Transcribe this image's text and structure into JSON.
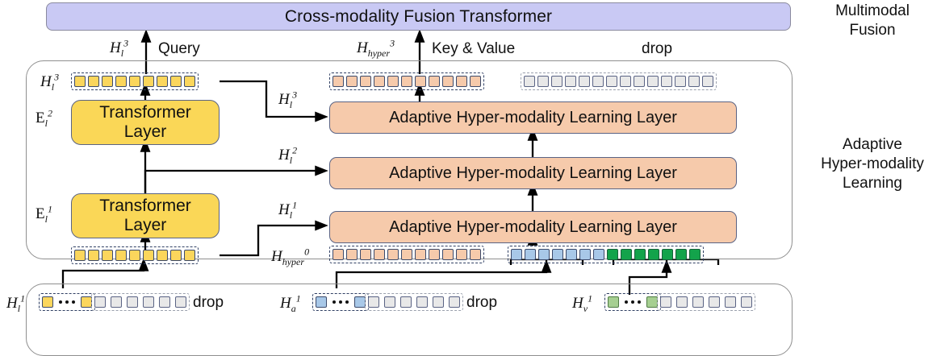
{
  "figure": {
    "title": "Adaptive Hyper-modality Learning architecture",
    "colors": {
      "fusion_bar": "#c9c9f4",
      "transformer_block": "#fad757",
      "ahl_layer": "#f6caab",
      "token_yellow": "#fbd65c",
      "token_peach": "#f6caab",
      "token_gray": "#e8e8e8",
      "token_blue": "#a8c8e8",
      "token_green": "#13a34b",
      "token_green_light": "#a6cf91",
      "panel_border": "#8f8f8f",
      "dash_border": "#2f3f63"
    }
  },
  "fusion": {
    "bar_label": "Cross-modality Fusion Transformer",
    "side_label_line1": "Multimodal",
    "side_label_line2": "Fusion",
    "query_label": "Query",
    "key_value_label": "Key & Value",
    "drop_label": "drop"
  },
  "ahl": {
    "side_label_line1": "Adaptive",
    "side_label_line2": "Hyper-modality",
    "side_label_line3": "Learning",
    "layer_label": "Adaptive Hyper-modality Learning Layer",
    "layers": [
      {
        "name": "ahl-layer-1",
        "label": "Adaptive Hyper-modality Learning Layer",
        "input_label": "H_l^1"
      },
      {
        "name": "ahl-layer-2",
        "label": "Adaptive Hyper-modality Learning Layer",
        "input_label": "H_l^2"
      },
      {
        "name": "ahl-layer-3",
        "label": "Adaptive Hyper-modality Learning Layer",
        "input_label": "H_l^3"
      }
    ]
  },
  "encoder": {
    "block_label_line1": "Transformer",
    "block_label_line2": "Layer",
    "blocks": [
      {
        "name": "transformer-layer-1",
        "tag": "E_l^1"
      },
      {
        "name": "transformer-layer-2",
        "tag": "E_l^2"
      }
    ]
  },
  "token_rows": {
    "h_l_3": {
      "label": "H_l^3",
      "groups": [
        {
          "color": "yellow",
          "count": 9,
          "dots": false
        }
      ]
    },
    "h_hyper_3": {
      "label": "H_hyper^3",
      "groups": [
        {
          "color": "peach",
          "count": 11,
          "dots": false
        },
        {
          "color": "gray",
          "count": 14,
          "dots": false
        }
      ]
    },
    "h_l_1_out": {
      "label": "",
      "groups": [
        {
          "color": "yellow",
          "count": 9,
          "dots": false
        }
      ]
    },
    "h_hyper_0": {
      "label": "H_hyper^0",
      "groups": [
        {
          "color": "peach",
          "count": 11,
          "dots": false
        },
        {
          "color": "blue",
          "count": 7,
          "dots": false
        },
        {
          "color": "green",
          "count": 7,
          "dots": false
        }
      ]
    },
    "h_l_1_in": {
      "label": "H_l^1",
      "kept_color": "yellow",
      "kept_count": 2,
      "dropped_color": "gray",
      "dropped_count": 6,
      "drop_label": "drop"
    },
    "h_a_1_in": {
      "label": "H_a^1",
      "kept_color": "blue",
      "kept_count": 2,
      "dropped_color": "gray",
      "dropped_count": 6,
      "drop_label": "drop"
    },
    "h_v_1_in": {
      "label": "H_v^1",
      "kept_color": "greenlt",
      "kept_count": 2,
      "dropped_color": "gray",
      "dropped_count": 6,
      "drop_label": ""
    }
  },
  "math_labels": {
    "h_l_3a": "H_l^3",
    "h_l_3b": "H_l^3",
    "h_l_3c": "H_l^3",
    "h_hyper_3": "H_hyper^3",
    "h_l_2": "H_l^2",
    "h_l_1": "H_l^1",
    "h_hyper_0": "H_hyper^0",
    "h_l_1_bottom": "H_l^1",
    "h_a_1_bottom": "H_a^1",
    "h_v_1_bottom": "H_v^1",
    "e_l_1": "E_l^1",
    "e_l_2": "E_l^2"
  }
}
